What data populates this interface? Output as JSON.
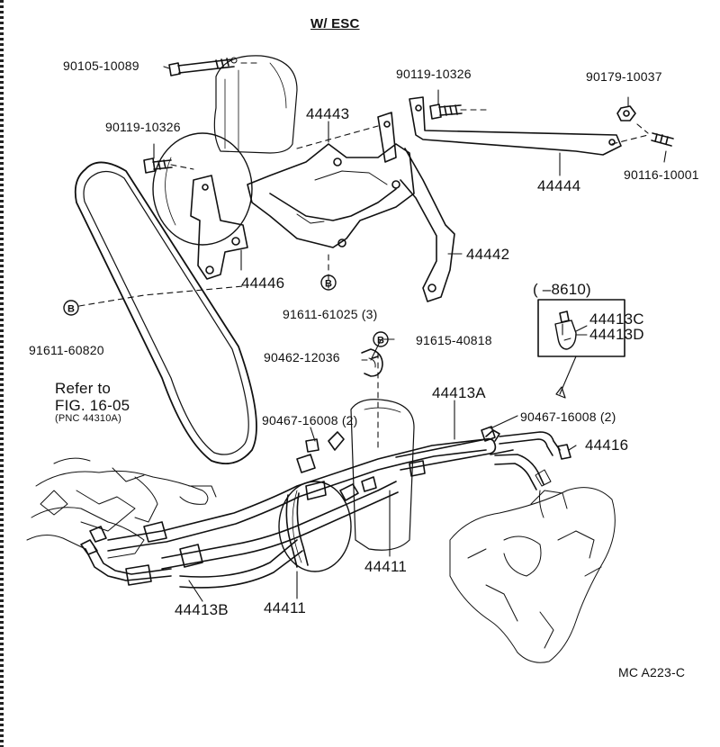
{
  "title": "W/ ESC",
  "part_numbers": {
    "bolt_90105": "90105-10089",
    "bolt_90119_top": "90119-10326",
    "nut_90179": "90179-10037",
    "bolt_90119_left": "90119-10326",
    "bracket_44443": "44443",
    "stay_44444": "44444",
    "stud_90116": "90116-10001",
    "bracket_44442": "44442",
    "bracket_44446": "44446",
    "bolt_91611_61025": "91611-61025 (3)",
    "bolt_91611_60820": "91611-60820",
    "bolt_91615": "91615-40818",
    "clamp_90462": "90462-12036",
    "hose_44413A": "44413A",
    "clip_90467_left": "90467-16008 (2)",
    "clip_90467_right": "90467-16008 (2)",
    "tube_44416": "44416",
    "hose_44411_mid": "44411",
    "hose_44411_low": "44411",
    "hose_44413B": "44413B",
    "inset_range": "(         –8610)",
    "inset_44413C": "44413C",
    "inset_44413D": "44413D"
  },
  "callout_marker": "B",
  "reference": {
    "line1": "Refer to",
    "line2": "FIG. 16-05",
    "line3": "(PNC 44310A)"
  },
  "diagram_code": "MC  A223-C"
}
